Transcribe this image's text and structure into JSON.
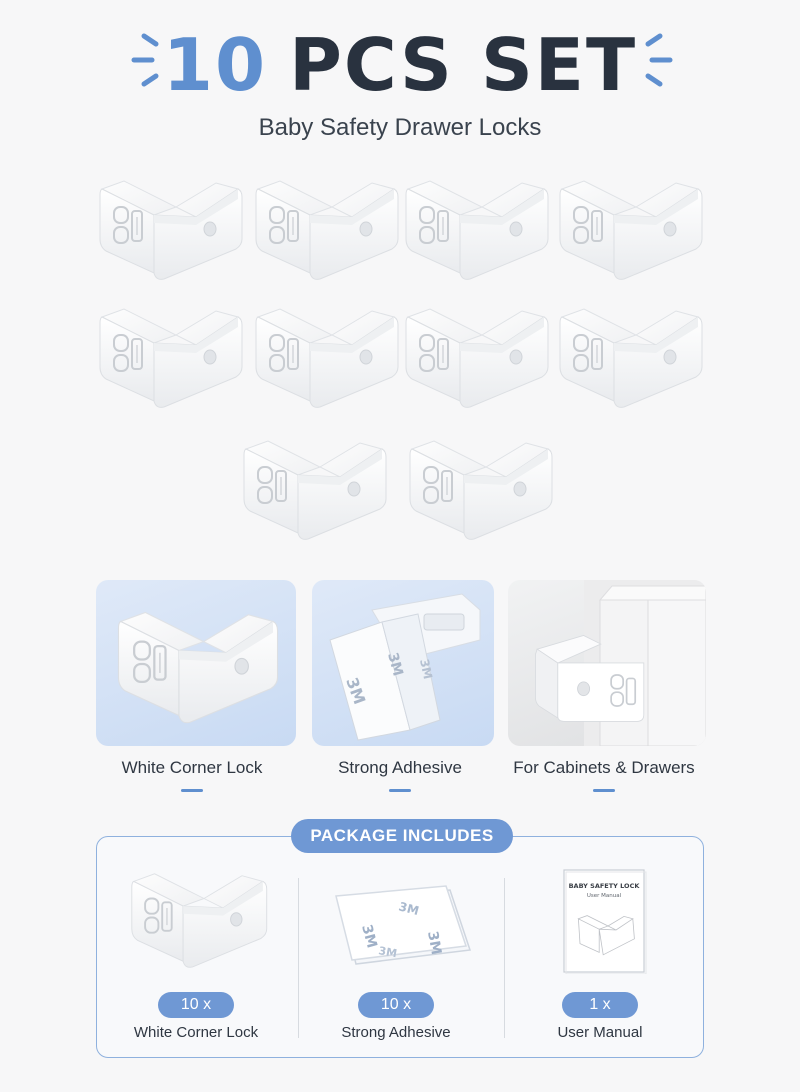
{
  "header": {
    "title_number": "10",
    "title_rest": "PCS SET",
    "subtitle": "Baby Safety Drawer Locks",
    "accent_color": "#5f8fcf",
    "title_color": "#29323f"
  },
  "lock_grid": {
    "count": 10,
    "rows": [
      4,
      4,
      2
    ],
    "item_color": "#ffffff"
  },
  "features": [
    {
      "label": "White Corner Lock"
    },
    {
      "label": "Strong Adhesive"
    },
    {
      "label": "For Cabinets & Drawers"
    }
  ],
  "package": {
    "title": "PACKAGE INCLUDES",
    "items": [
      {
        "qty": "10 x",
        "label": "White Corner Lock"
      },
      {
        "qty": "10 x",
        "label": "Strong Adhesive"
      },
      {
        "qty": "1 x",
        "label": "User Manual"
      }
    ],
    "manual": {
      "title": "BABY SAFETY LOCK",
      "subtitle": "User Manual"
    },
    "adhesive_brand": "3M",
    "badge_color": "#6f98d4"
  }
}
